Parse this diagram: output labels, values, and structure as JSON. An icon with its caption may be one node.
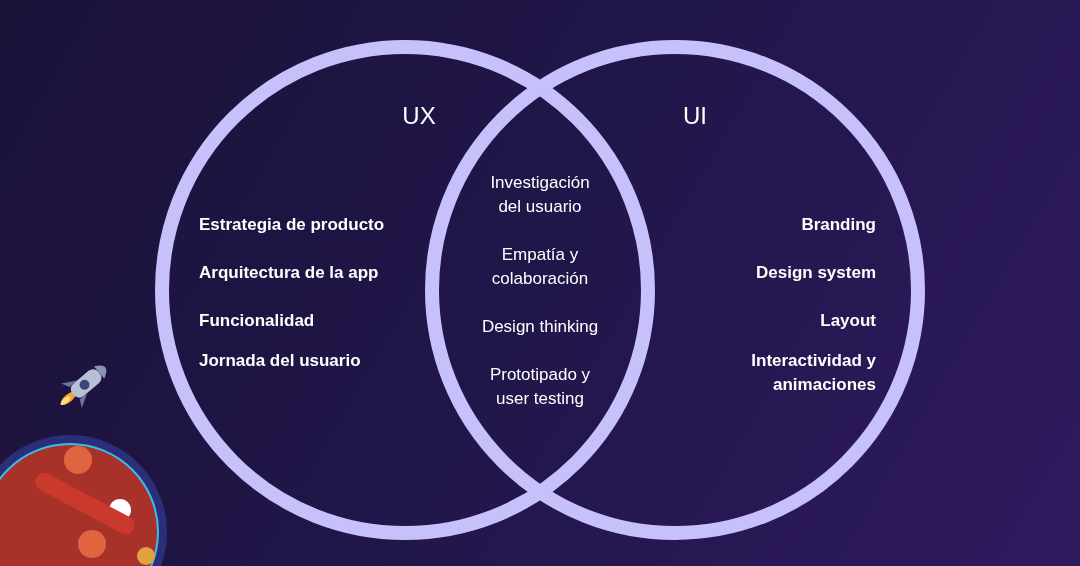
{
  "diagram": {
    "nodes": [
      {
        "text": [
          "UX",
          "Estrategia de producto",
          "Arquitectura de la app",
          "Funcionalidad",
          "Jornada del usuario"
        ]
      },
      {
        "text": [
          "UI",
          "Branding",
          "Design system",
          "Layout",
          "Interactividad y animaciones"
        ]
      }
    ],
    "edges": [],
    "labels": [
      "Investigación del usuario",
      "Empatía y colaboración",
      "Design thinking",
      "Prototipado y user testing"
    ]
  }
}
